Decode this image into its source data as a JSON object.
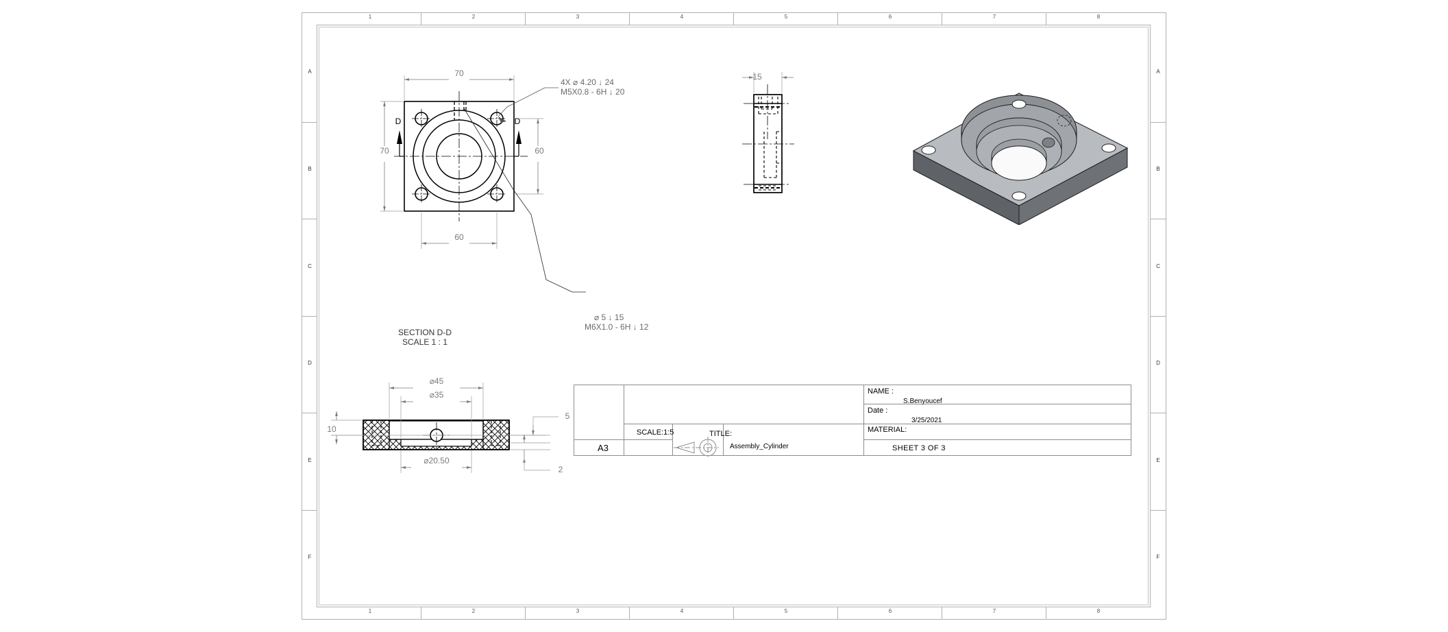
{
  "sheet": {
    "format": "A3",
    "zones_top": [
      "1",
      "2",
      "3",
      "4",
      "5",
      "6",
      "7",
      "8"
    ],
    "zones_bottom": [
      "1",
      "2",
      "3",
      "4",
      "5",
      "6",
      "7",
      "8"
    ],
    "zones_left": [
      "A",
      "B",
      "C",
      "D",
      "E",
      "F"
    ],
    "zones_right": [
      "A",
      "B",
      "C",
      "D",
      "E",
      "F"
    ]
  },
  "title_block": {
    "name_label": "NAME :",
    "name_value": "S.Benyoucef",
    "date_label": "Date :",
    "date_value": "3/25/2021",
    "material_label": "MATERIAL:",
    "material_value": "",
    "sheet_value": "SHEET 3 OF 3",
    "scale_label": "SCALE:1:5",
    "title_label": "TITLE:",
    "title_value": "Assembly_Cylinder",
    "format_value": "A3",
    "projection_symbol": "first-angle-projection-icon"
  },
  "callouts": {
    "corner_holes_line1": "4X  ⌀ 4.20 ↓ 24",
    "corner_holes_line2": "M5X0.8 - 6H ↓ 20",
    "center_hole_line1": "⌀ 5 ↓ 15",
    "center_hole_line2": "M6X1.0 - 6H ↓ 12"
  },
  "front_view": {
    "name": "front-view",
    "dim_top": "70",
    "dim_left": "70",
    "dim_right": "60",
    "dim_bottom": "60",
    "section_letter_left": "D",
    "section_letter_right": "D"
  },
  "side_view": {
    "name": "side-view",
    "dim_thickness": "15"
  },
  "iso_view": {
    "name": "isometric-view",
    "face_top_color": "#b8bcc0",
    "face_front_color": "#6e7276",
    "face_side_color": "#8d9195",
    "bore_color": "#a2a6aa"
  },
  "section_view": {
    "name": "section-view-dd",
    "title_line1": "SECTION D-D",
    "title_line2": "SCALE 1 : 1",
    "dim_d45": "⌀45",
    "dim_d35": "⌀35",
    "dim_d2050": "⌀20.50",
    "dim_height": "10",
    "dim_right_top": "5",
    "dim_right_bottom": "2"
  },
  "colors": {
    "border": "#b0b0b0",
    "line": "#000000",
    "dim": "#7a7a7a",
    "text": "#6a6a6a",
    "title_text": "#000000"
  }
}
